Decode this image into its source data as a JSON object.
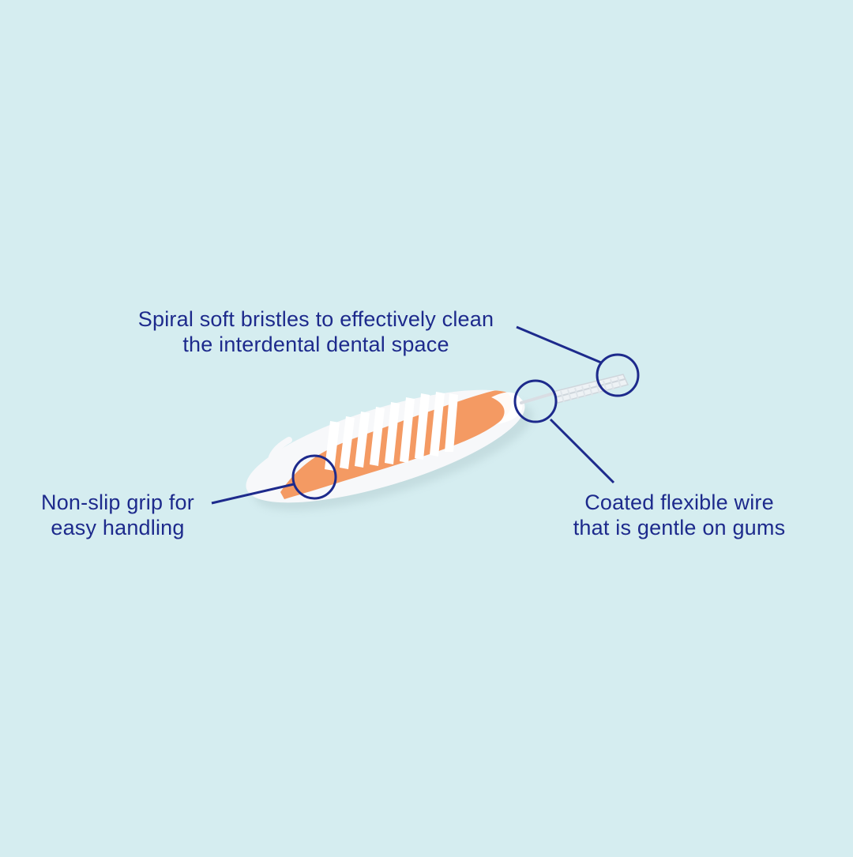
{
  "callouts": {
    "bristles": {
      "line1": "Spiral soft bristles to effectively clean",
      "line2": "the interdental dental space"
    },
    "grip": {
      "line1": "Non-slip grip for",
      "line2": "easy handling"
    },
    "wire": {
      "line1": "Coated flexible wire",
      "line2": "that is gentle on gums"
    }
  },
  "colors": {
    "background": "#d5edf0",
    "text": "#1d2a8c",
    "handle_orange": "#f49a63",
    "handle_white": "#f7f8fa",
    "stripe": "#ffffff"
  },
  "icons": {
    "product": "interdental-brush-icon"
  }
}
